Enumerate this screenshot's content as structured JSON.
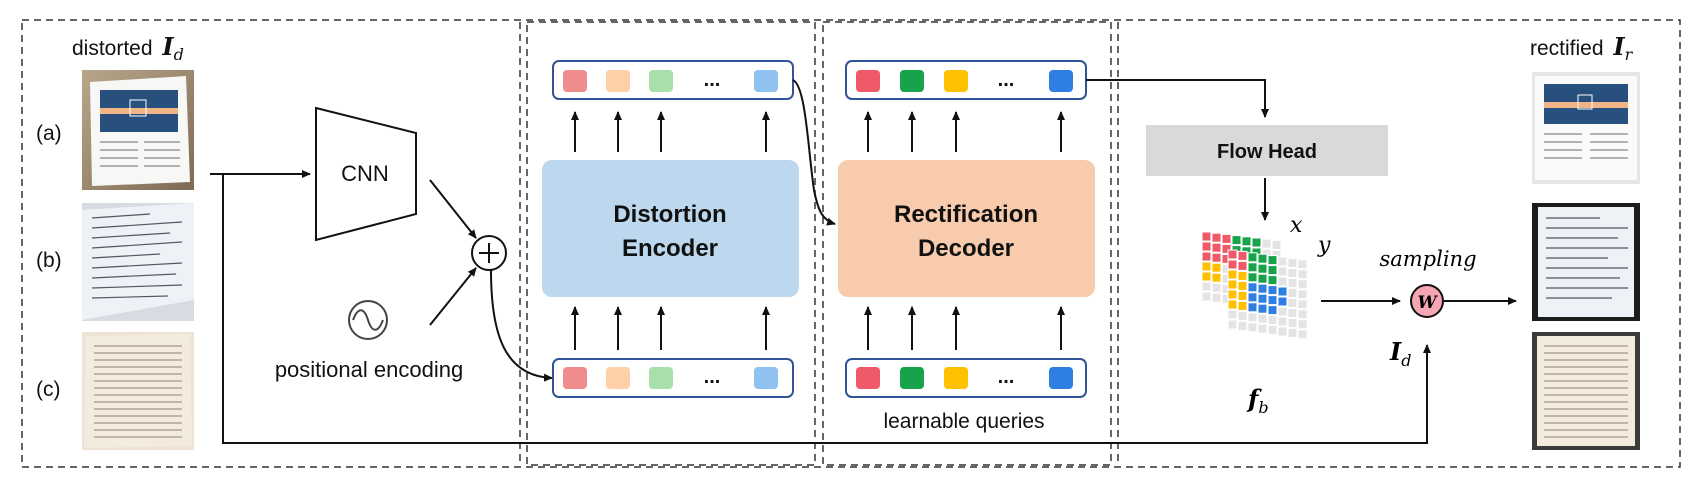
{
  "inputs": {
    "title_prefix": "distorted",
    "title_symbol": "I",
    "title_sub": "d",
    "rows": [
      "(a)",
      "(b)",
      "(c)"
    ]
  },
  "outputs": {
    "title_prefix": "rectified",
    "title_symbol": "I",
    "title_sub": "r"
  },
  "cnn": {
    "label": "CNN"
  },
  "positional": {
    "label": "positional encoding"
  },
  "encoder": {
    "line1": "Distortion",
    "line2": "Encoder"
  },
  "decoder": {
    "line1": "Rectification",
    "line2": "Decoder"
  },
  "flow_head": {
    "label": "Flow Head"
  },
  "flow_field": {
    "x_axis": "x",
    "y_axis": "y",
    "symbol": "f",
    "sub": "b"
  },
  "sampling": {
    "label": "sampling",
    "node": "W",
    "input_symbol": "I",
    "input_sub": "d"
  },
  "queries": {
    "label": "learnable queries"
  },
  "token_ellipsis": "...",
  "colors": {
    "encoder_fill": "#bdd7ee",
    "decoder_fill": "#f8cbad",
    "flow_head_fill": "#d9d9d9",
    "token_border": "#2f5597",
    "tokens_encoder": [
      "#f08c8c",
      "#fdd0a8",
      "#a9e0a9",
      "#8fc2f0"
    ],
    "tokens_decoder": [
      "#f05a68",
      "#17a34a",
      "#ffc000",
      "#2f7fe3"
    ],
    "sampling_node": "#f4a6b2"
  }
}
